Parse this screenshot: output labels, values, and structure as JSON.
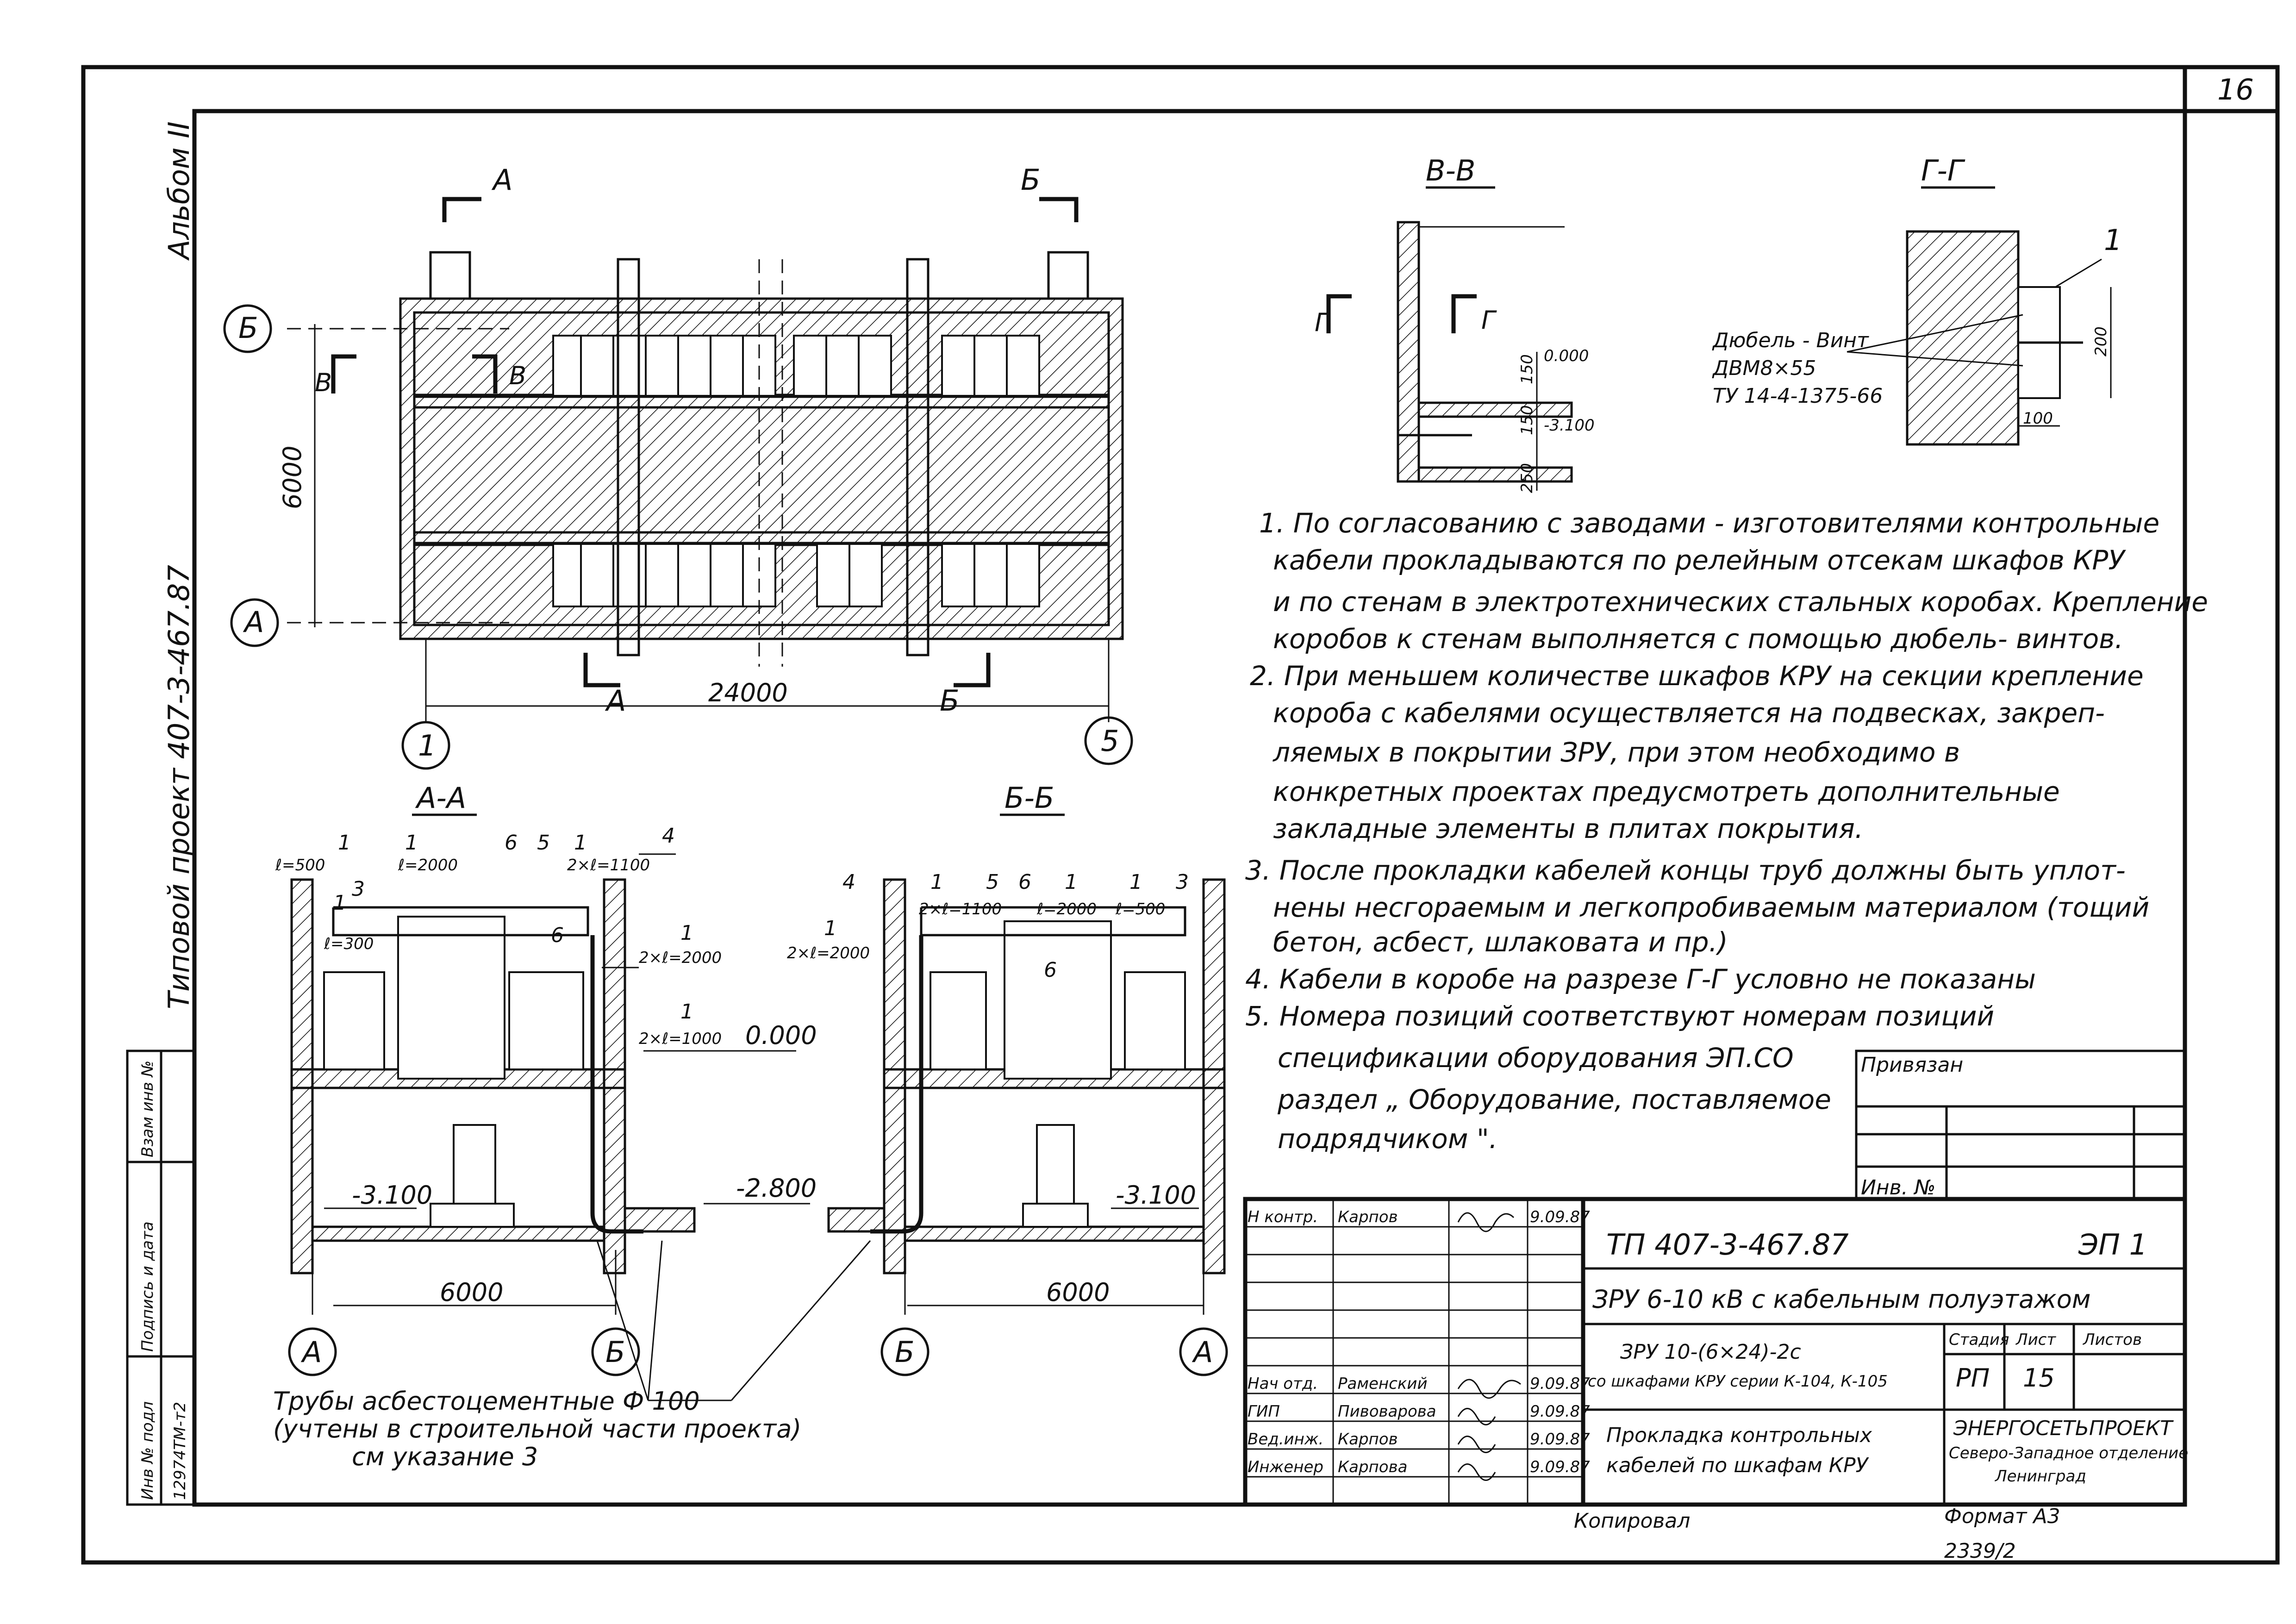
{
  "sheet_number": "16",
  "side_margin": {
    "album": "Альбом II",
    "project": "Типовой проект 407-3-467.87",
    "stamp_labels": [
      "Инв № подл",
      "Подпись и дата",
      "Взам инв №"
    ],
    "inv_number": "12974ТМ-т2"
  },
  "plan": {
    "axis_rows": [
      "Б",
      "А"
    ],
    "axis_cols": [
      "1",
      "5"
    ],
    "dim_height": "6000",
    "dim_length": "24000",
    "cut_labels": [
      "А",
      "Б",
      "В",
      "Б",
      "А",
      "В"
    ]
  },
  "section_vv": {
    "title": "В-В",
    "cut_label": "Г",
    "dims": [
      "150",
      "150",
      "250"
    ],
    "levels": [
      "0.000",
      "-3.100"
    ]
  },
  "section_gg": {
    "title": "Г-Г",
    "pos": "1",
    "fastener": [
      "Дюбель - Винт",
      "ДВМ8×55",
      "ТУ 14-4-1375-66"
    ],
    "dims": [
      "200",
      "100"
    ]
  },
  "section_aa": {
    "title": "А-А",
    "callouts": [
      "1",
      "1",
      "6",
      "5",
      "1",
      "4",
      "3",
      "1",
      "6",
      "1",
      "1"
    ],
    "lengths": [
      "ℓ=500",
      "ℓ=2000",
      "2×ℓ=1100",
      "ℓ=300",
      "2×ℓ=2000",
      "2×ℓ=1000"
    ],
    "levels": [
      "0.000",
      "-3.100",
      "-2.800"
    ],
    "dim": "6000",
    "axes": [
      "А",
      "Б"
    ]
  },
  "section_bb": {
    "title": "Б-Б",
    "callouts": [
      "4",
      "1",
      "5",
      "6",
      "1",
      "1",
      "3",
      "1",
      "6"
    ],
    "lengths": [
      "2×ℓ=1100",
      "ℓ=2000",
      "ℓ=500",
      "2×ℓ=2000"
    ],
    "levels": [
      "-3.100"
    ],
    "dim": "6000",
    "axes": [
      "Б",
      "А"
    ]
  },
  "pipe_note": [
    "Трубы асбестоцементные Ф 100",
    "(учтены в строительной части проекта)",
    "см указание 3"
  ],
  "notes": [
    "1. По согласованию с заводами - изготовителями контрольные",
    "кабели прокладываются по релейным отсекам шкафов КРУ",
    "и по стенам в электротехнических стальных коробах. Крепление",
    "коробов к стенам выполняется с помощью дюбель- винтов.",
    "2. При меньшем количестве шкафов КРУ на секции крепление",
    "короба с кабелями осуществляется на подвесках, закреп-",
    "ляемых в покрытии ЗРУ, при этом необходимо в",
    "конкретных проектах предусмотреть дополнительные",
    "закладные элементы в плитах покрытия.",
    "3. После прокладки кабелей концы труб должны быть уплот-",
    "нены несгораемым и легкопробиваемым материалом (тощий",
    "бетон, асбест, шлаковата и пр.)",
    "4. Кабели в коробе на разрезе Г-Г условно не показаны",
    "5. Номера позиций соответствуют номерам позиций",
    "спецификации оборудования ЭП.СО",
    "раздел „ Оборудование, поставляемое",
    "подрядчиком \"."
  ],
  "privyazan": {
    "label": "Привязан",
    "inv_label": "Инв. №"
  },
  "title_block": {
    "code": "ТП 407-3-467.87",
    "sheet_code": "ЭП 1",
    "object": "ЗРУ 6-10 кВ с кабельным полуэтажом",
    "subject": [
      "ЗРУ 10-(6×24)-2с",
      "со шкафами КРУ серии К-104, К-105"
    ],
    "drawing": [
      "Прокладка контрольных",
      "кабелей по шкафам КРУ"
    ],
    "stage_label": "Стадия",
    "sheet_label": "Лист",
    "sheets_label": "Листов",
    "stage": "РП",
    "sheet": "15",
    "org": [
      "ЭНЕРГОСЕТЬПРОЕКТ",
      "Северо-Западное отделение",
      "Ленинград"
    ],
    "signatures": [
      {
        "role": "Н контр.",
        "name": "Карпов",
        "date": "9.09.87"
      },
      {
        "role": "Нач отд.",
        "name": "Раменский",
        "date": "9.09.87"
      },
      {
        "role": "ГИП",
        "name": "Пивоварова",
        "date": "9.09.87"
      },
      {
        "role": "Вед.инж.",
        "name": "Карпов",
        "date": "9.09.87"
      },
      {
        "role": "Инженер",
        "name": "Карпова",
        "date": "9.09.87"
      }
    ]
  },
  "copied": "Копировал",
  "format": "Формат А3",
  "order_no": "2339/2"
}
